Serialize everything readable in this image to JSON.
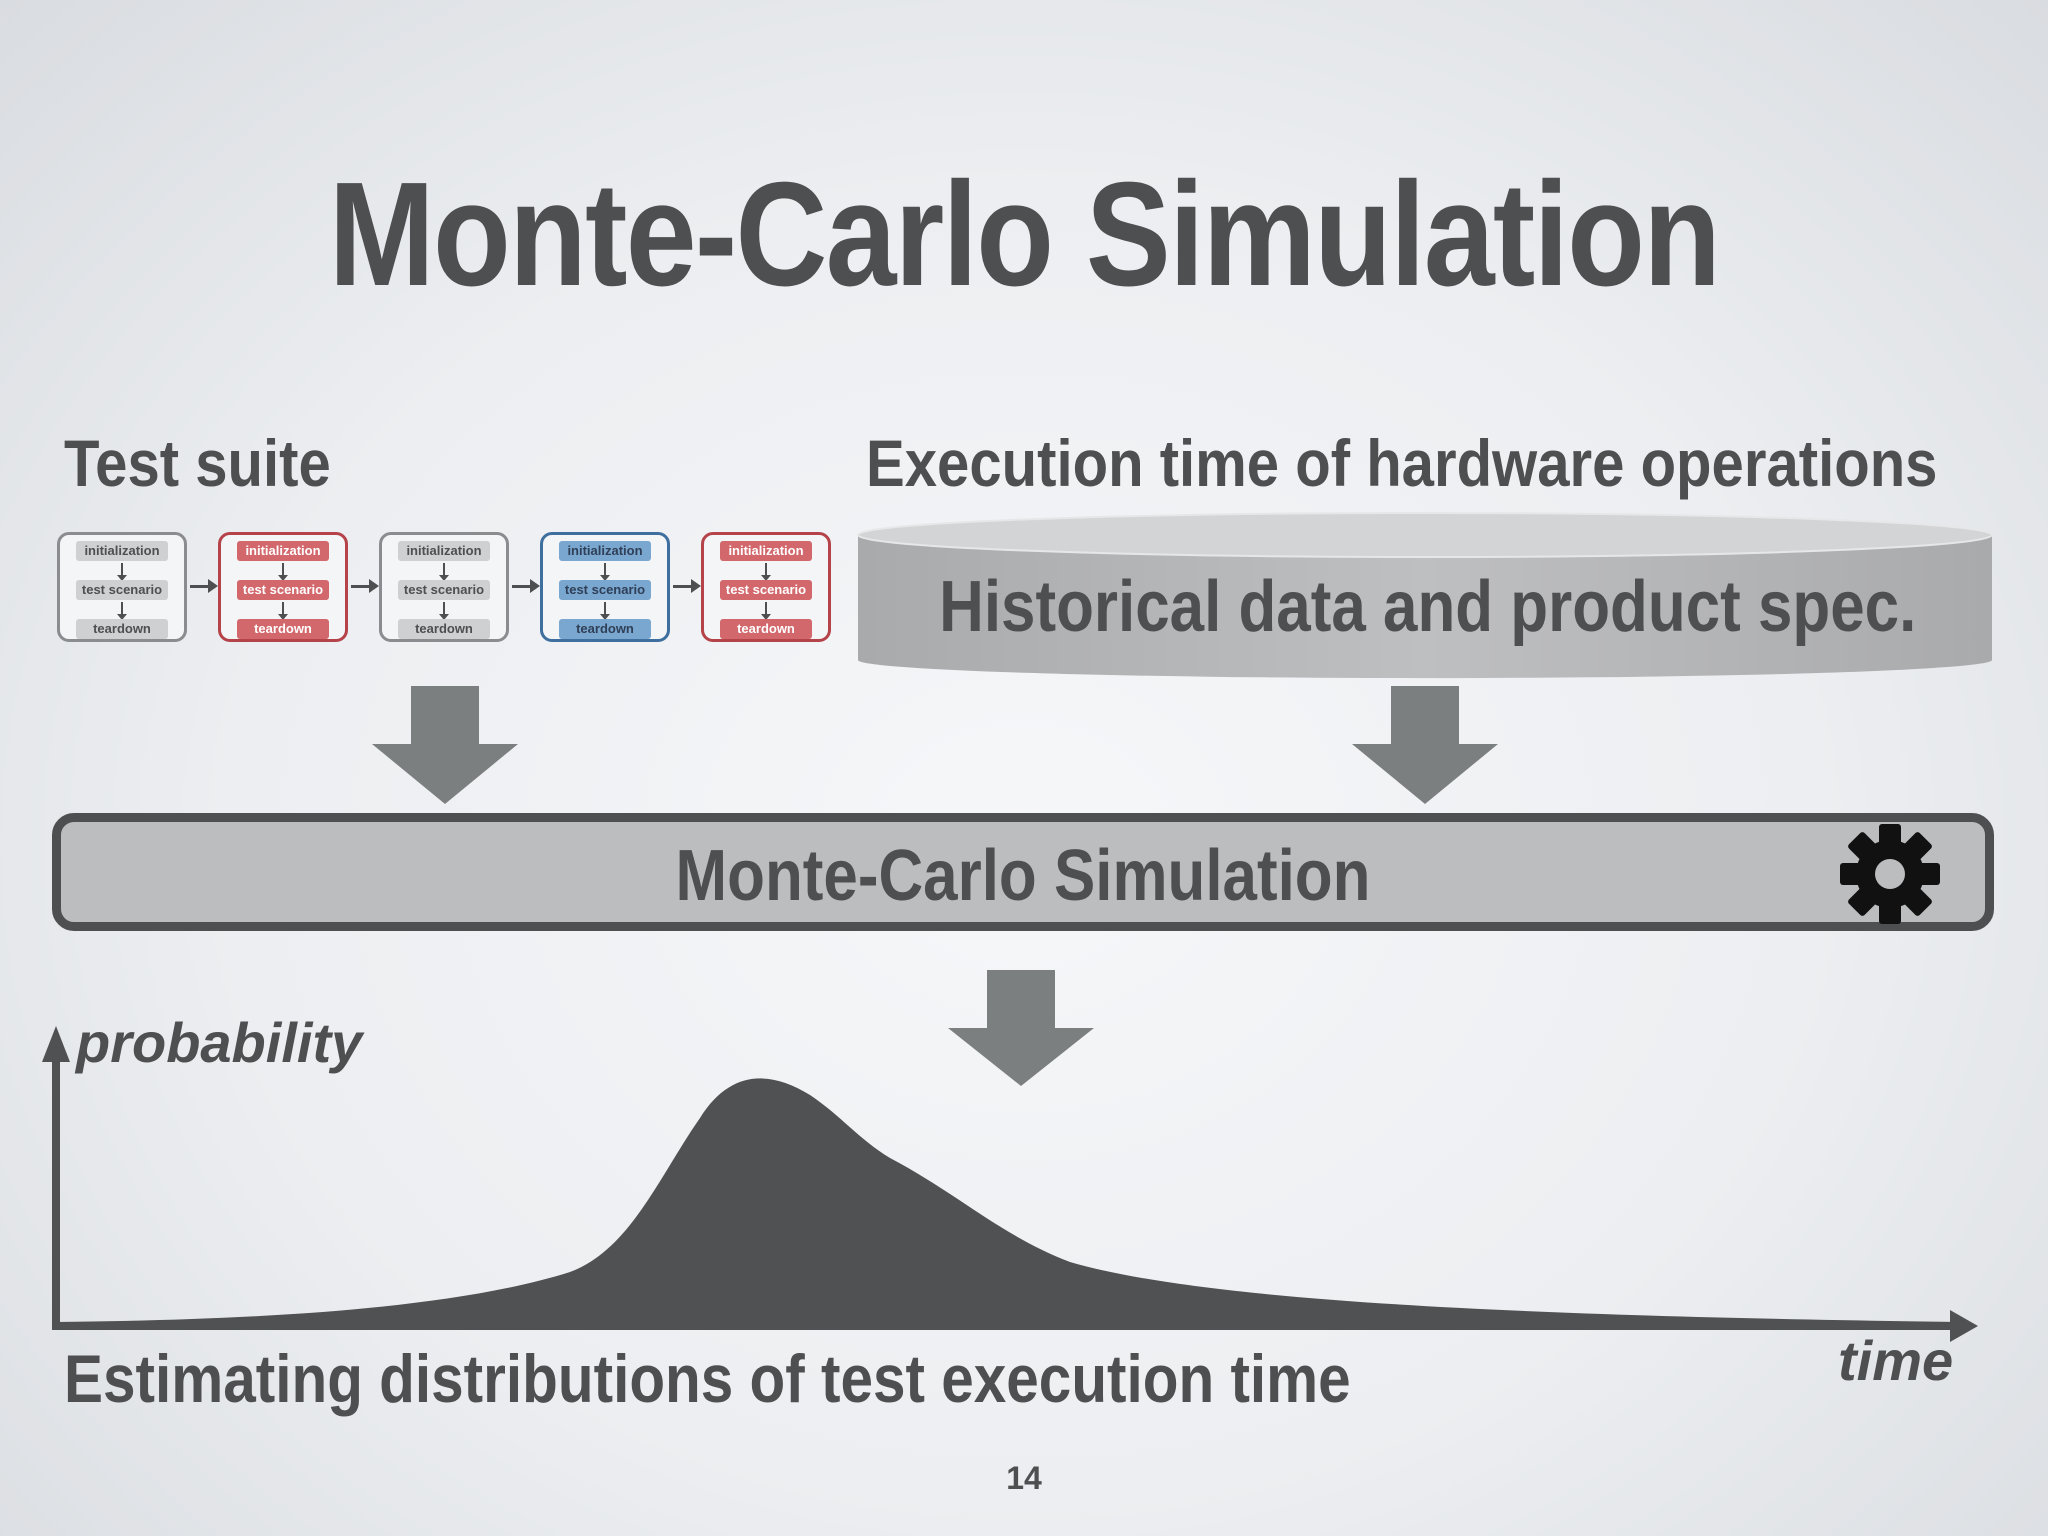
{
  "slide": {
    "title": "Monte-Carlo Simulation",
    "page_number": "14"
  },
  "left_section": {
    "heading": "Test suite",
    "test_cases": [
      {
        "variant": "gray",
        "steps": [
          "initialization",
          "test scenario",
          "teardown"
        ]
      },
      {
        "variant": "red",
        "steps": [
          "initialization",
          "test scenario",
          "teardown"
        ]
      },
      {
        "variant": "gray",
        "steps": [
          "initialization",
          "test scenario",
          "teardown"
        ]
      },
      {
        "variant": "blue",
        "steps": [
          "initialization",
          "test scenario",
          "teardown"
        ]
      },
      {
        "variant": "red",
        "steps": [
          "initialization",
          "test scenario",
          "teardown"
        ]
      }
    ]
  },
  "right_section": {
    "heading": "Execution time of hardware operations",
    "database_label": "Historical data and product spec."
  },
  "simulation": {
    "label": "Monte-Carlo Simulation",
    "icon": "gear-icon"
  },
  "distribution": {
    "y_label": "probability",
    "x_label": "time",
    "caption": "Estimating distributions of test execution time"
  },
  "colors": {
    "text": "#4e4f51",
    "red": "#d2676c",
    "blue": "#7aa7d0",
    "arrow": "#7c7f80"
  }
}
